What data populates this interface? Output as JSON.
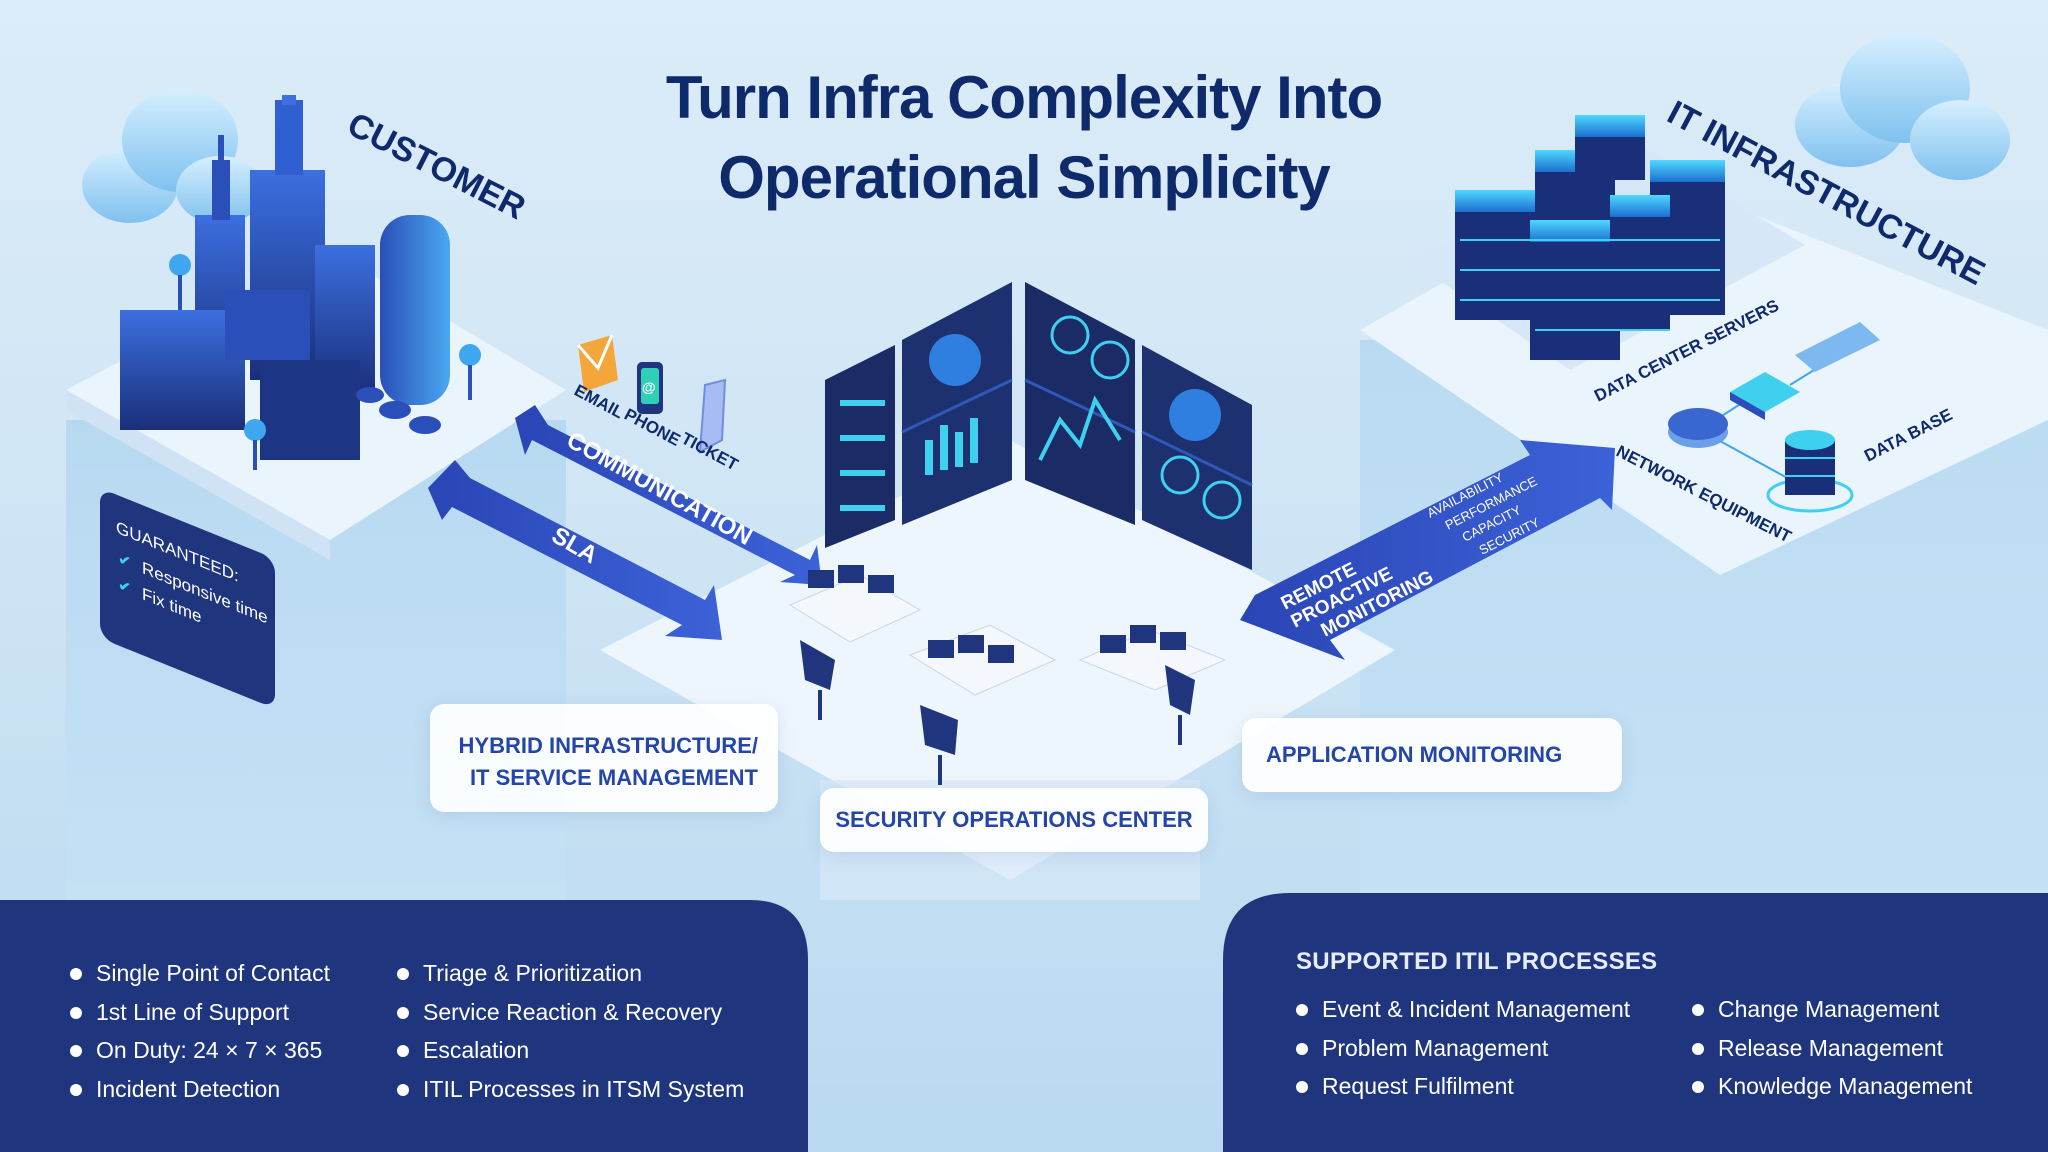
{
  "title": {
    "line1": "Turn Infra Complexity Into",
    "line2": "Operational Simplicity"
  },
  "customer": {
    "label": "CUSTOMER",
    "guarantee": {
      "heading": "GUARANTEED:",
      "items": [
        "Responsive time",
        "Fix time"
      ]
    }
  },
  "channels": {
    "email": "EMAIL",
    "phone": "PHONE",
    "ticket": "TICKET"
  },
  "arrows": {
    "communication": "COMMUNICATION",
    "sla": "SLA",
    "monitoring_line1": "REMOTE",
    "monitoring_line2": "PROACTIVE",
    "monitoring_line3": "MONITORING",
    "monitoring_items": [
      "AVAILABILITY",
      "PERFORMANCE",
      "CAPACITY",
      "SECURITY"
    ]
  },
  "infrastructure": {
    "label": "IT INFRASTRUCTURE",
    "servers": "DATA CENTER SERVERS",
    "network": "NETWORK EQUIPMENT",
    "database": "DATA BASE"
  },
  "pills": {
    "hybrid_line1": "HYBRID INFRASTRUCTURE/",
    "hybrid_line2": "IT SERVICE MANAGEMENT",
    "soc": "SECURITY OPERATIONS CENTER",
    "app_monitoring": "APPLICATION MONITORING"
  },
  "left_panel": {
    "col1": [
      "Single Point of Contact",
      "1st Line of Support",
      "On Duty: 24 × 7 × 365",
      "Incident Detection"
    ],
    "col2": [
      "Triage & Prioritization",
      "Service Reaction & Recovery",
      "Escalation",
      "ITIL Processes in ITSM System"
    ]
  },
  "right_panel": {
    "heading": "SUPPORTED ITIL PROCESSES",
    "col1": [
      "Event & Incident Management",
      "Problem Management",
      "Request Fulfilment"
    ],
    "col2": [
      "Change Management",
      "Release Management",
      "Knowledge Management"
    ]
  },
  "colors": {
    "navy": "#0f2a6b",
    "accent": "#2e4fc4",
    "cyan": "#3fd0f0",
    "panel": "#1f367e"
  }
}
